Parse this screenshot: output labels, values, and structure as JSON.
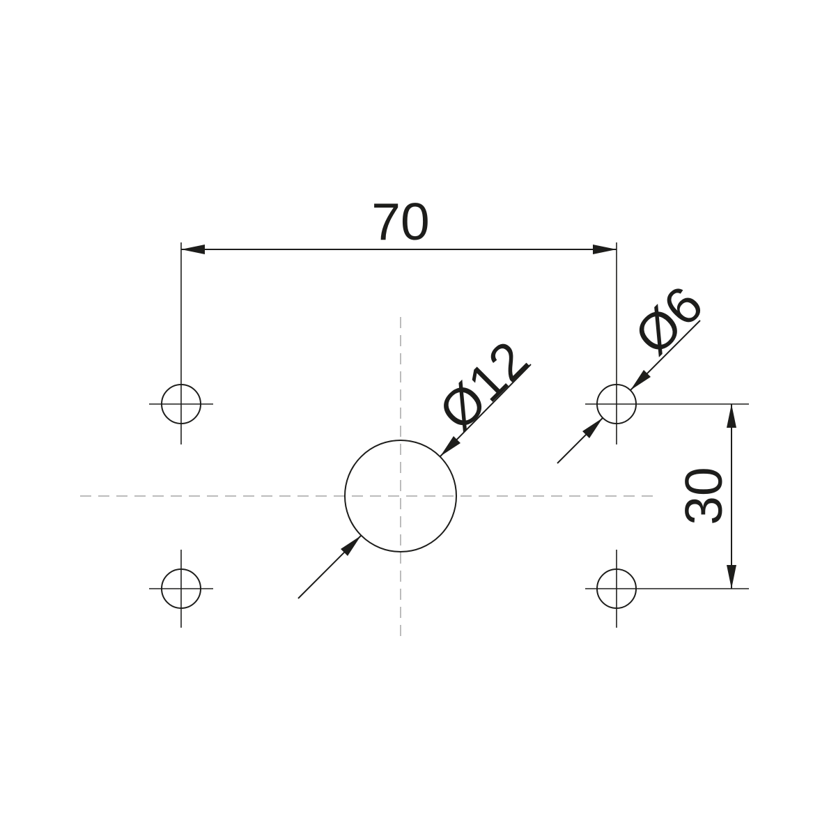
{
  "drawing": {
    "type": "technical-drawing-hole-pattern",
    "dimensions": {
      "hole_spacing_horizontal": "70",
      "hole_spacing_vertical": "30",
      "center_hole_diameter": "Ø12",
      "corner_hole_diameter": "Ø6"
    },
    "holes": {
      "center_count": 1,
      "corner_count": 4
    },
    "colors": {
      "line": "#1d1d1b",
      "centerline": "#a6a6a6",
      "background": "#ffffff"
    }
  }
}
